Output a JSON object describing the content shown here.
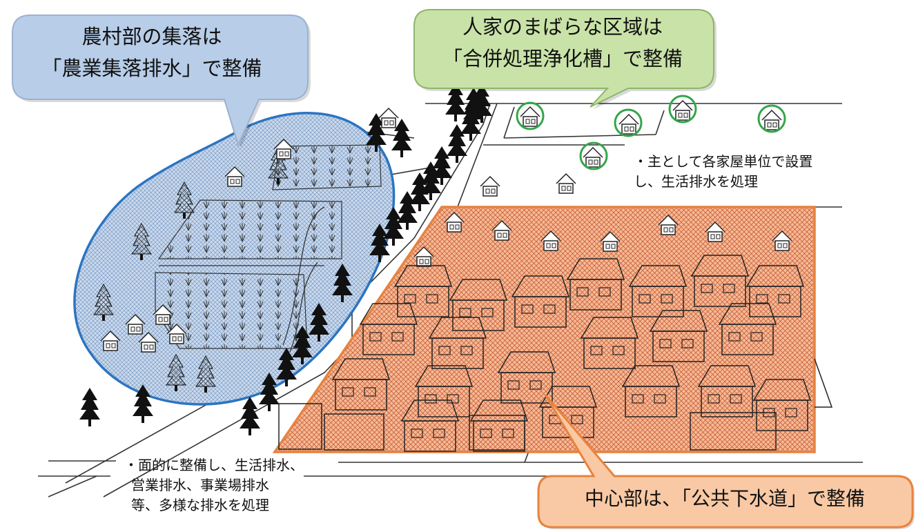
{
  "callouts": {
    "rural": {
      "line1": "農村部の集落は",
      "line2": "「農業集落排水」で整備",
      "fill": "#b7cde8",
      "stroke": "#9bb1cf"
    },
    "sparse": {
      "line1": "人家のまばらな区域は",
      "line2": "「合併処理浄化槽」で整備",
      "fill": "#c9e2a8",
      "stroke": "#8cb56a"
    },
    "center": {
      "line1": "中心部は、「公共下水道」で整備",
      "fill": "#f8c9a4",
      "stroke": "#e8823e"
    }
  },
  "notes": {
    "sparse": {
      "line1": "・主として各家屋単位で設置",
      "line2": "し、生活排水を処理"
    },
    "center": {
      "line1": "・面的に整備し、生活排水、",
      "line2": "営業排水、事業場排水",
      "line3": "等、多様な排水を処理"
    }
  },
  "colors": {
    "rural_zone": "#2b74c2",
    "urban_zone": "#e8823e",
    "septic_ring": "#33a54a"
  }
}
